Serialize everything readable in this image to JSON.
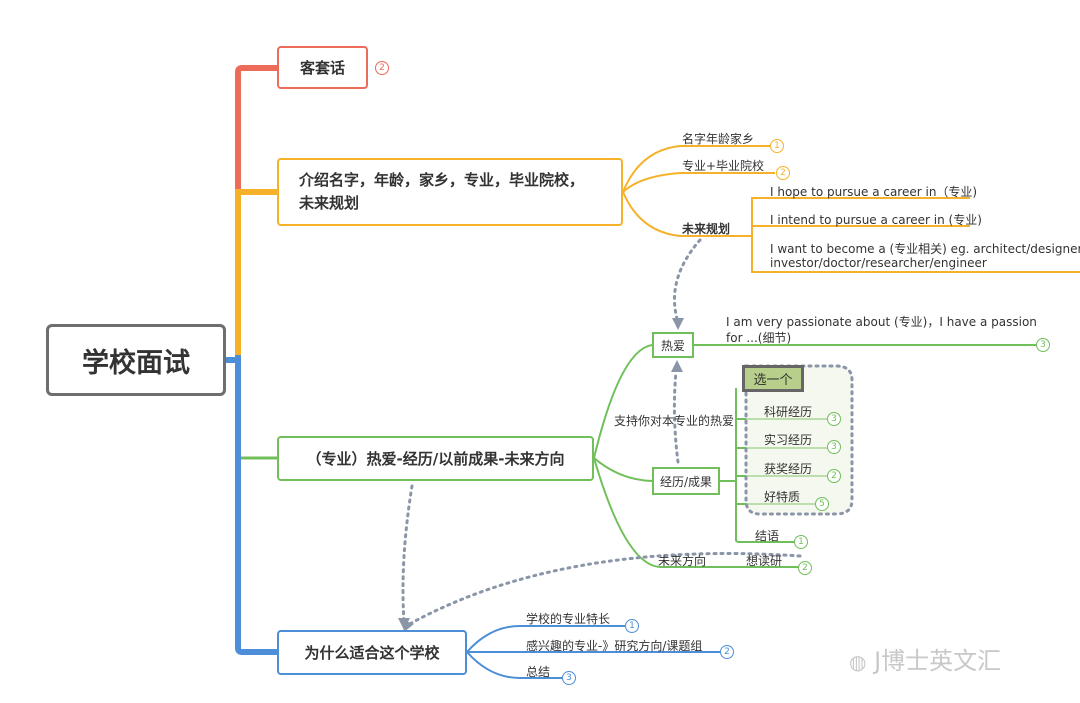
{
  "root": {
    "label": "学校面试"
  },
  "branches": {
    "polite": {
      "label": "客套话",
      "count": "2"
    },
    "intro": {
      "label_line1": "介绍名字，年龄，家乡，专业，毕业院校，",
      "label_line2": "未来规划",
      "children": [
        {
          "label": "名字年龄家乡",
          "count": "1"
        },
        {
          "label": "专业+毕业院校",
          "count": "2"
        }
      ],
      "future_plan": {
        "label": "未来规划",
        "items": [
          "I hope to pursue a career in（专业)",
          "I intend to pursue a career in (专业)",
          "I want to become a (专业相关) eg. architect/designer/",
          "investor/doctor/researcher/engineer"
        ]
      }
    },
    "passion": {
      "label": "（专业）热爱-经历/以前成果-未来方向",
      "love": {
        "label": "热爱",
        "text_line1": "I am very passionate about (专业)，I have a passion",
        "text_line2": "for ...(细节)",
        "count": "3"
      },
      "support_note": "支持你对本专业的热爱",
      "experience": {
        "label": "经历/成果",
        "pick_label": "选一个",
        "items": [
          {
            "label": "科研经历",
            "count": "3"
          },
          {
            "label": "实习经历",
            "count": "3"
          },
          {
            "label": "获奖经历",
            "count": "2"
          },
          {
            "label": "好特质",
            "count": "5"
          },
          {
            "label": "结语",
            "count": "1"
          }
        ]
      },
      "future": {
        "label": "未来方向",
        "detail": "想读研",
        "count": "2"
      }
    },
    "why_school": {
      "label": "为什么适合这个学校",
      "children": [
        {
          "label": "学校的专业特长",
          "count": "1"
        },
        {
          "label": "感兴趣的专业-》研究方向/课题组",
          "count": "2"
        },
        {
          "label": "总结",
          "count": "3"
        }
      ]
    }
  },
  "watermark": "J博士英文汇",
  "colors": {
    "red": "#ec6b59",
    "orange": "#f6b12a",
    "green": "#70bf5a",
    "blue": "#4d8ed8",
    "gray": "#8a95a8"
  }
}
